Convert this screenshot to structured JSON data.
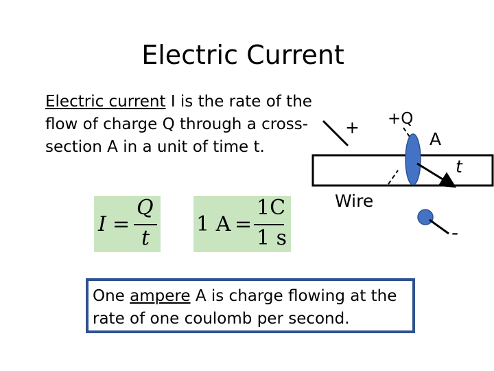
{
  "slide": {
    "title": "Electric Current",
    "definition": {
      "term": "Electric current",
      "rest": " I is the rate of the flow of charge Q through a cross-section A in a unit of time t."
    },
    "formula1": {
      "lhs": "I",
      "eq": "=",
      "numerator": "Q",
      "denominator": "t"
    },
    "formula2": {
      "lhs": "1 A",
      "eq": "=",
      "numerator": "1C",
      "denominator": "1 s"
    },
    "diagram": {
      "plus_sign": "+",
      "charge_label": "+Q",
      "area_label": "A",
      "time_label": "t",
      "wire_label": "Wire",
      "minus_sign": "-",
      "colors": {
        "charge": "#4472c4",
        "wire_border": "#000000"
      }
    },
    "note": {
      "prefix": "One ",
      "term": "ampere",
      "rest": " A is charge flowing at the rate of one coulomb per second.",
      "border_color": "#2f528f"
    }
  }
}
